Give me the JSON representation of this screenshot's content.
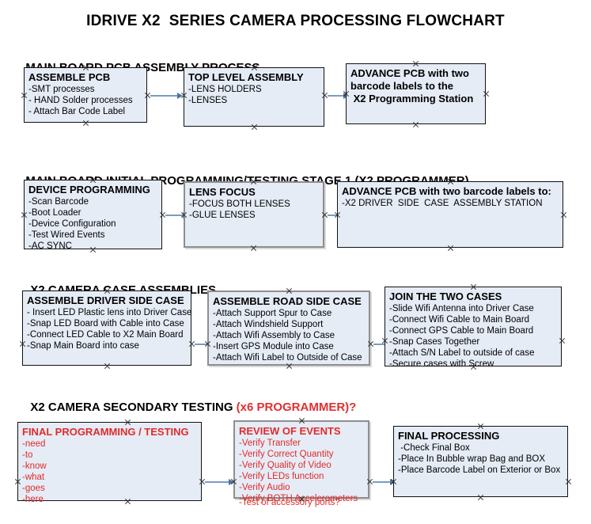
{
  "document": {
    "title": "IDRIVE X2  SERIES CAMERA PROCESSING FLOWCHART"
  },
  "sections": [
    {
      "id": "main-board-pcb-assembly-process",
      "header": "MAIN BOARD PCB ASSEMBLY PROCESS",
      "header_accent": ""
    },
    {
      "id": "main-board-initial-programming",
      "header": "MAIN BOARD INITIAL PROGRAMMING/TESTING STAGE 1 (X2 PROGRAMMER)",
      "header_accent": ""
    },
    {
      "id": "x2-camera-case-assemblies",
      "header": "X2 CAMERA CASE ASSEMBLIES",
      "header_accent": ""
    },
    {
      "id": "x2-camera-secondary-testing",
      "header": "X2 CAMERA SECONDARY TESTING ",
      "header_accent": "(x6 PROGRAMMER)?"
    }
  ],
  "nodes": {
    "assemble_pcb": {
      "title": "ASSEMBLE PCB",
      "lines": [
        "-SMT processes",
        "- HAND Solder processes",
        "- Attach Bar Code Label"
      ]
    },
    "top_level_assembly": {
      "title": "TOP LEVEL ASSEMBLY",
      "lines": [
        "-LENS HOLDERS",
        "-LENSES"
      ]
    },
    "advance_pcb_station": {
      "title": "ADVANCE PCB with two\nbarcode labels to the\n X2 Programming Station",
      "lines": []
    },
    "device_programming": {
      "title": "DEVICE PROGRAMMING",
      "lines": [
        "-Scan Barcode",
        "-Boot Loader",
        "-Device Configuration",
        "-Test Wired Events",
        "-AC SYNC"
      ]
    },
    "lens_focus": {
      "title": "LENS FOCUS",
      "lines": [
        "-FOCUS BOTH LENSES",
        "-GLUE LENSES"
      ]
    },
    "advance_pcb_driver_side": {
      "title": "ADVANCE PCB with two barcode labels to:",
      "lines": [
        "-X2 DRIVER  SIDE  CASE  ASSEMBLY STATION"
      ]
    },
    "assemble_driver_side_case": {
      "title": "ASSEMBLE DRIVER SIDE CASE",
      "lines": [
        "- Insert LED Plastic lens into Driver Case",
        "-Snap LED Board with Cable into Case",
        "-Connect LED Cable to X2 Main Board",
        "-Snap Main Board into case"
      ]
    },
    "assemble_road_side_case": {
      "title": "ASSEMBLE ROAD SIDE CASE",
      "lines": [
        "-Attach Support Spur to Case",
        "-Attach Windshield Support",
        "-Attach Wifi Assembly to Case",
        "-Insert GPS Module into Case",
        "-Attach Wifi Label to Outside of Case"
      ]
    },
    "join_the_two_cases": {
      "title": "JOIN THE TWO CASES",
      "lines": [
        "-Slide Wifi Antenna into Driver Case",
        "-Connect Wifi Cable to Main Board",
        "-Connect GPS Cable to Main Board",
        "-Snap Cases Together",
        "-Attach S/N Label to outside of case",
        "-Secure cases with Screw"
      ]
    },
    "final_programming_testing": {
      "title": "FINAL PROGRAMMING / TESTING",
      "lines": [
        "-need",
        "-to",
        "-know",
        "-what",
        "-goes",
        "-here"
      ]
    },
    "review_of_events": {
      "title": "REVIEW OF EVENTS",
      "lines": [
        "-Verify Transfer",
        "-Verify Correct Quantity",
        "-Verify Quality of Video",
        "-Verify LEDs function",
        "-Verify Audio",
        "-Verify BOTH Accelerometers"
      ],
      "overflow_line": "-Test of accessory ports?"
    },
    "final_processing": {
      "title": "FINAL PROCESSING",
      "lines": [
        " -Check Final Box",
        "-Place In Bubble wrap Bag and BOX",
        "-Place Barcode Label on Exterior or Box"
      ]
    }
  },
  "colors": {
    "node_fill": "#e5ecf6",
    "node_border_dark": "#111111",
    "node_border_gray": "#8e8e8e",
    "arrow": "#4a76a8",
    "accent_red": "#e02b2b",
    "text": "#000000"
  }
}
